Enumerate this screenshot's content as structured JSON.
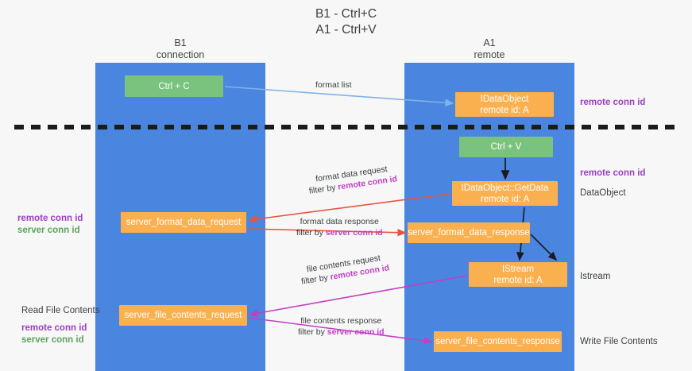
{
  "diagram": {
    "title_lines": [
      "B1 - Ctrl+C",
      "A1 - Ctrl+V"
    ],
    "lanes": [
      {
        "id": "b1",
        "line1": "B1",
        "line2": "connection",
        "color": "#4a86e0"
      },
      {
        "id": "a1",
        "line1": "A1",
        "line2": "remote",
        "color": "#4a86e0"
      }
    ],
    "nodes": {
      "ctrl_c": {
        "label": "Ctrl + C",
        "color": "#7ac37e"
      },
      "idataobject": {
        "line1": "IDataObject",
        "line2": "remote id: A",
        "color": "#fbb050"
      },
      "ctrl_v": {
        "label": "Ctrl + V",
        "color": "#7ac37e"
      },
      "getdata": {
        "line1": "IDataObject::GetData",
        "line2": "remote id: A",
        "color": "#fbb050"
      },
      "server_format_data_request": {
        "label": "server_format_data_request",
        "color": "#fbb050"
      },
      "server_format_data_response": {
        "label": "server_format_data_response",
        "color": "#fbb050"
      },
      "istream": {
        "line1": "IStream",
        "line2": "remote id: A",
        "color": "#fbb050"
      },
      "server_file_contents_request": {
        "label": "server_file_contents_request",
        "color": "#fbb050"
      },
      "server_file_contents_response": {
        "label": "server_file_contents_response",
        "color": "#fbb050"
      }
    },
    "edge_labels": {
      "format_list": {
        "text": "format list"
      },
      "format_data_request": {
        "line1": "format data request",
        "prefix": "filter by ",
        "emphasis": "remote conn id"
      },
      "format_data_response": {
        "line1": "format data response",
        "prefix": "filter by ",
        "emphasis": "server conn id"
      },
      "file_contents_request": {
        "line1": "file contents request",
        "prefix": "filter by ",
        "emphasis": "remote conn id"
      },
      "file_contents_response": {
        "line1": "file contents response",
        "prefix": "filter by ",
        "emphasis": "server conn id"
      }
    },
    "side_labels": {
      "remote_conn_id_top": "remote conn id",
      "remote_conn_id_mid": "remote conn id",
      "dataobject": "DataObject",
      "istream": "Istream",
      "write_file_contents": "Write File Contents",
      "read_file_contents": "Read File Contents",
      "left_mid_remote": "remote conn id",
      "left_mid_server": "server conn id",
      "left_bot_remote": "remote conn id",
      "left_bot_server": "server conn id"
    },
    "colors": {
      "lane": "#4a86e0",
      "green_node": "#7ac37e",
      "orange_node": "#fbb050",
      "purple": "#9b3fc4",
      "magenta": "#c23fc2",
      "green_text": "#5aa45e",
      "red_arrow": "#e8543f",
      "blue_arrow": "#7fb2e5",
      "background": "#f7f7f7"
    }
  }
}
